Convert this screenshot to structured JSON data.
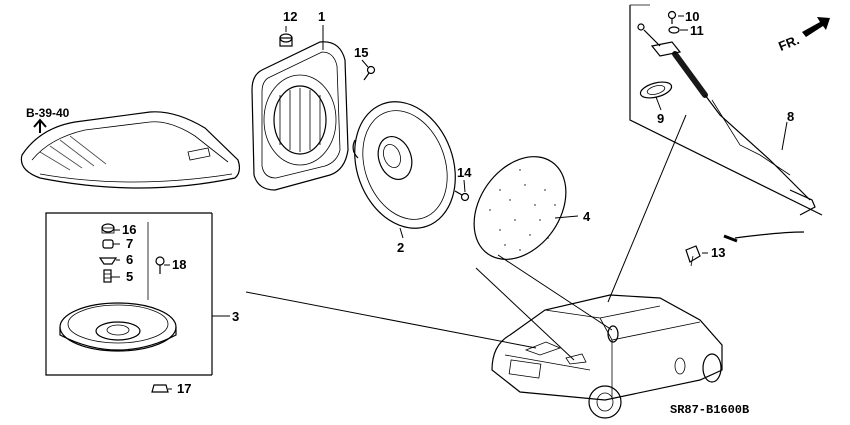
{
  "diagram": {
    "reference": "B-39-40",
    "direction_label": "FR.",
    "drawing_code": "SR87-B1600B",
    "callouts": [
      "1",
      "2",
      "3",
      "4",
      "5",
      "6",
      "7",
      "8",
      "9",
      "10",
      "11",
      "12",
      "13",
      "14",
      "15",
      "16",
      "17",
      "18"
    ]
  }
}
